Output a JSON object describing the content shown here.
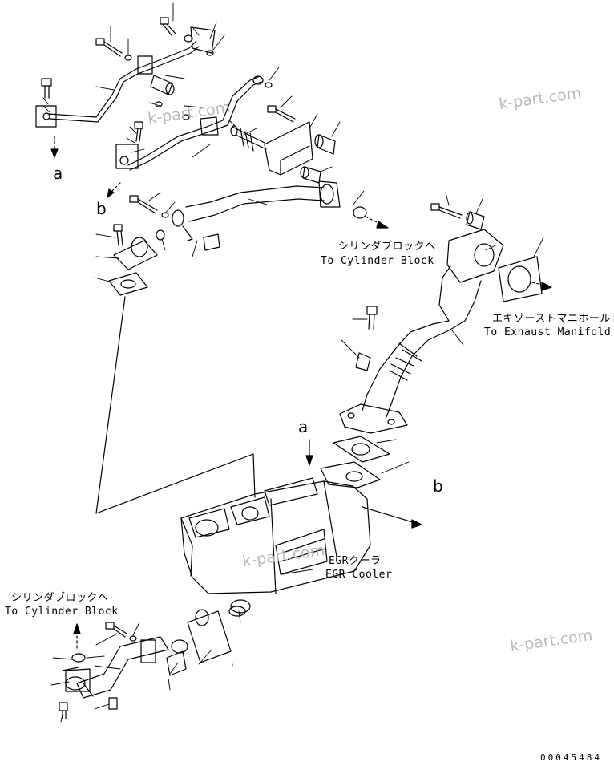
{
  "labels": {
    "cyl_block_top_jp": "シリンダブロックへ",
    "cyl_block_top_en": "To Cylinder Block",
    "exhaust_jp": "エキゾーストマニホールドへ",
    "exhaust_en": "To Exhaust Manifold",
    "egr_jp": "EGRクーラ",
    "egr_en": "EGR Cooler",
    "cyl_block_bottom_jp": "シリンダブロックへ",
    "cyl_block_bottom_en": "To Cylinder Block"
  },
  "callouts": {
    "a_top": "a",
    "b_top": "b",
    "a_mid": "a",
    "b_mid": "b"
  },
  "watermarks": {
    "wm1": "k-part.com",
    "wm2": "k-part.com",
    "wm3": "k-part.com",
    "wm4": "k-part.com"
  },
  "drawing_code": "00045484"
}
